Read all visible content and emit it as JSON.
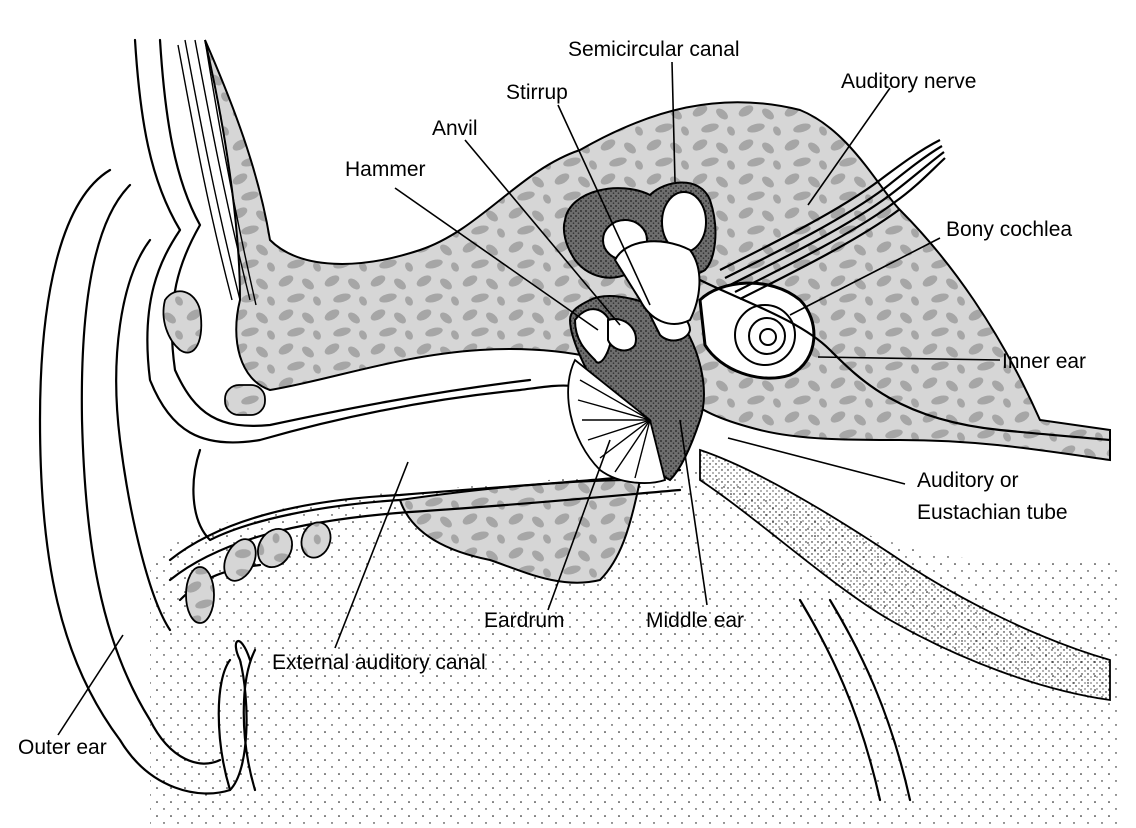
{
  "colors": {
    "background": "#ffffff",
    "ink": "#000000",
    "bone": "#c8c8c8",
    "bone_speckle": "#9a9a9a",
    "dense_tissue": "#5a5a5a"
  },
  "labels": {
    "semicircular_canal": "Semicircular canal",
    "auditory_nerve": "Auditory nerve",
    "stirrup": "Stirrup",
    "anvil": "Anvil",
    "hammer": "Hammer",
    "bony_cochlea": "Bony cochlea",
    "inner_ear": "Inner ear",
    "auditory_tube_line1": "Auditory or",
    "auditory_tube_line2": "Eustachian tube",
    "eardrum": "Eardrum",
    "middle_ear": "Middle ear",
    "external_auditory_canal": "External auditory canal",
    "outer_ear": "Outer ear"
  }
}
